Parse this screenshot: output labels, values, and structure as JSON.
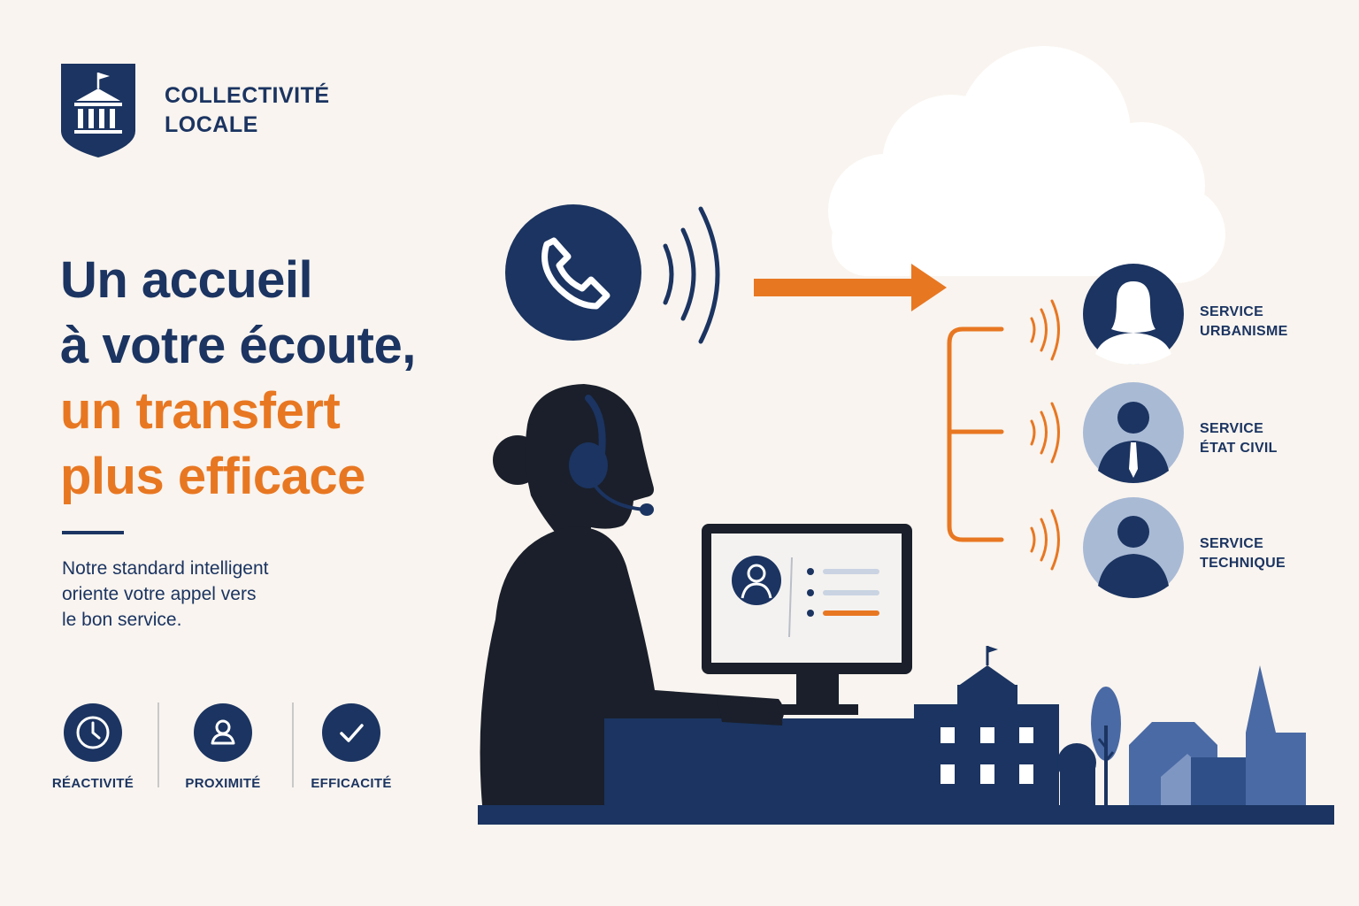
{
  "brand": {
    "name": "COLLECTIVITÉ\nLOCALE",
    "logo_icon": "city-hall-shield-icon"
  },
  "headline": {
    "line1": "Un accueil",
    "line2": "à votre écoute,",
    "line3": "un transfert",
    "line4": "plus efficace"
  },
  "description": "Notre standard intelligent\noriente votre appel vers\nle bon service.",
  "features": [
    {
      "label": "RÉACTIVITÉ",
      "icon": "clock-icon"
    },
    {
      "label": "PROXIMITÉ",
      "icon": "person-icon"
    },
    {
      "label": "EFFICACITÉ",
      "icon": "check-icon"
    }
  ],
  "services": [
    {
      "label": "SERVICE\nURBANISME",
      "icon": "woman-avatar-icon"
    },
    {
      "label": "SERVICE\nÉTAT CIVIL",
      "icon": "man-tie-avatar-icon"
    },
    {
      "label": "SERVICE\nTECHNIQUE",
      "icon": "man-avatar-icon"
    }
  ],
  "colors": {
    "navy": "#1b3461",
    "orange": "#e87722",
    "background": "#f9f4ef",
    "light_blue": "#a9bad5",
    "mid_blue": "#4a6aa5"
  }
}
